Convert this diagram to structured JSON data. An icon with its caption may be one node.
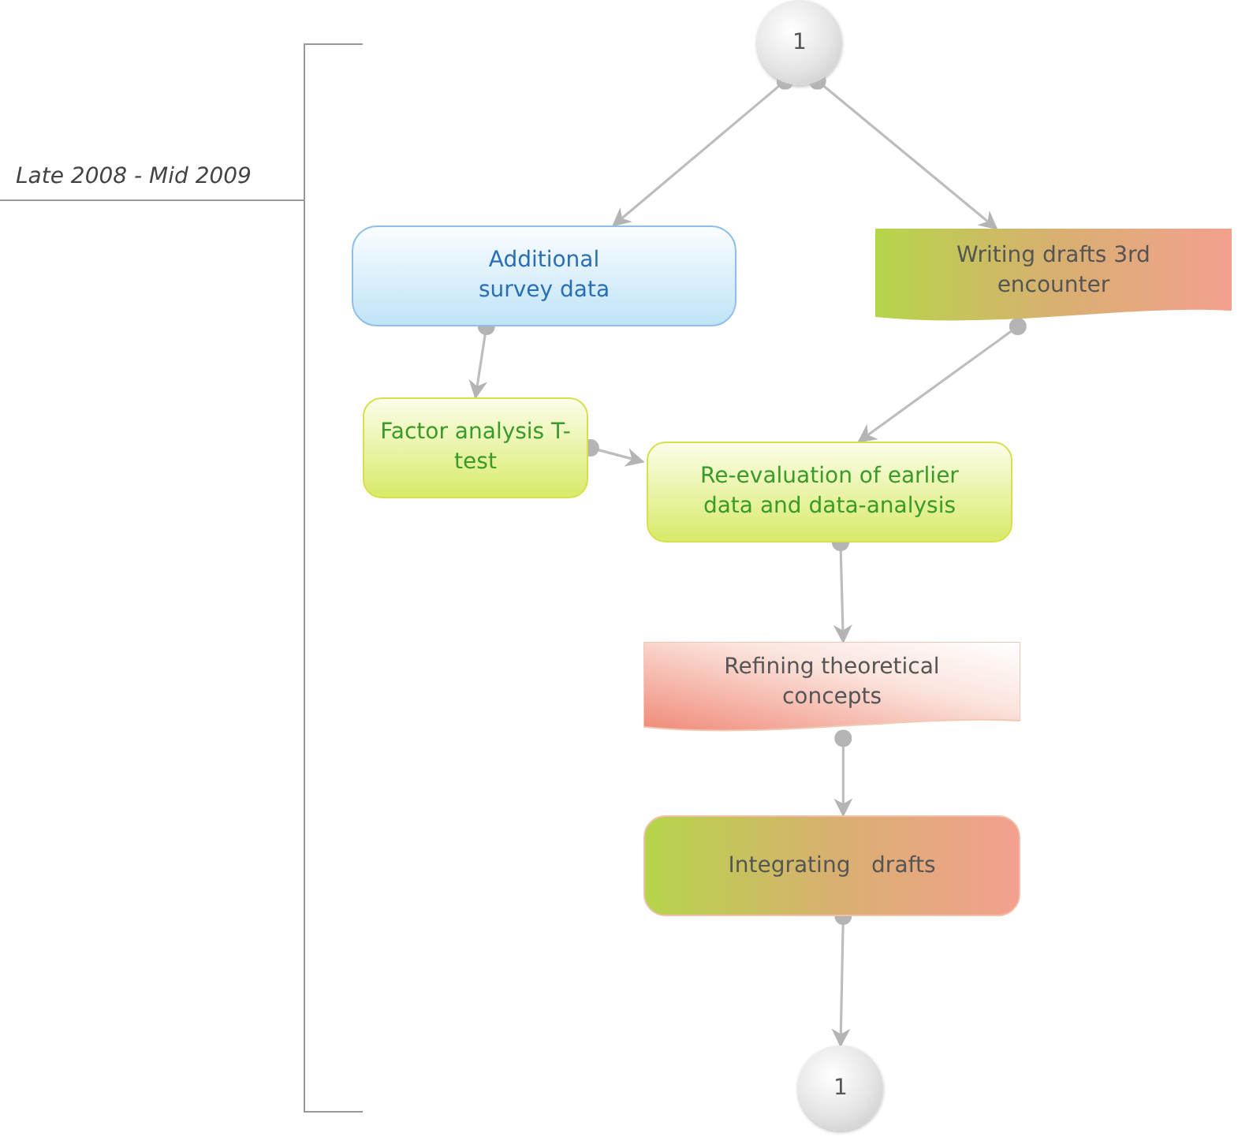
{
  "diagram": {
    "nodes": [
      {
        "text": [
          "1"
        ]
      },
      {
        "text": [
          "Additional survey data"
        ]
      },
      {
        "text": [
          "Writing drafts 3rd encounter"
        ]
      },
      {
        "text": [
          "Factor analysis T-test"
        ]
      },
      {
        "text": [
          "Re-evaluation of earlier data and data-analysis"
        ]
      },
      {
        "text": [
          "Refining theoretical concepts"
        ]
      },
      {
        "text": [
          "Integrating   drafts"
        ]
      },
      {
        "text": [
          "1"
        ]
      }
    ],
    "edges": [
      {
        "from": 0,
        "to": 1,
        "arrow": "to"
      },
      {
        "from": 0,
        "to": 2,
        "arrow": "to"
      },
      {
        "from": 1,
        "to": 3,
        "arrow": "to"
      },
      {
        "from": 2,
        "to": 4,
        "arrow": "to"
      },
      {
        "from": 3,
        "to": 4,
        "arrow": "to"
      },
      {
        "from": 4,
        "to": 5,
        "arrow": "to"
      },
      {
        "from": 5,
        "to": 6,
        "arrow": "to"
      },
      {
        "from": 6,
        "to": 7,
        "arrow": "to"
      }
    ],
    "labels": [
      "Late 2008 - Mid 2009"
    ]
  }
}
